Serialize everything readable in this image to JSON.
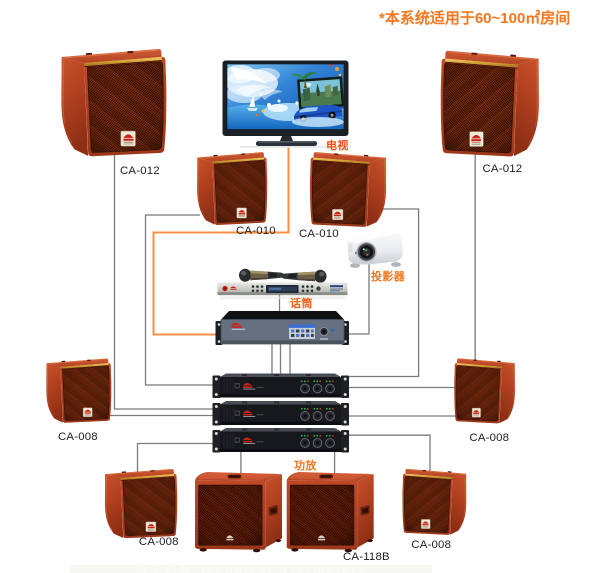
{
  "note": {
    "text": "*本系统适用于60~100㎡房间",
    "color": "#f5761d"
  },
  "labels": {
    "tv": "电视",
    "projector": "投影器",
    "microphone": "话筒",
    "amplifier": "功放"
  },
  "speakers": {
    "top_left": {
      "model": "CA-012"
    },
    "top_right": {
      "model": "CA-012"
    },
    "mid_top_left": {
      "model": "CA-010"
    },
    "mid_top_right": {
      "model": "CA-010"
    },
    "mid_left": {
      "model": "CA-008"
    },
    "mid_right": {
      "model": "CA-008"
    },
    "bottom_left": {
      "model": "CA-008"
    },
    "bottom_right": {
      "model": "CA-008"
    },
    "subwoofer": {
      "model": "CA-118B"
    }
  },
  "footer": {
    "text": "技术参数 Technical Parameters"
  },
  "colors": {
    "wire": "#7b7b7b",
    "wire_orange": "#f79043",
    "accent_orange": "#f5761d",
    "label_red": "#ee4d0e",
    "speaker_body": "#c24a26",
    "grille": "#471708",
    "gold_stripe": "#e2b33c"
  }
}
